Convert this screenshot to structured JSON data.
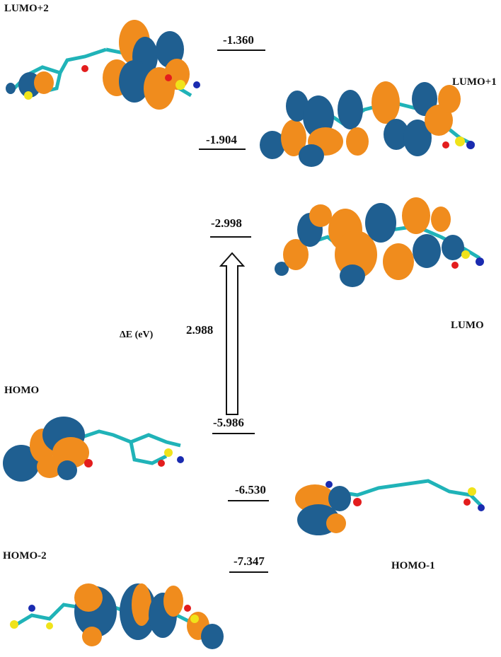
{
  "colors": {
    "lobe_blue": "#1f5f91",
    "lobe_orange": "#f08c1d",
    "bond_cyan": "#20b3b8",
    "atom_red": "#e31d1d",
    "atom_yellow": "#f0e31a",
    "atom_navy": "#1a2bb0"
  },
  "orbitals": [
    {
      "label": "LUMO+2",
      "energy": "-1.360"
    },
    {
      "label": "LUMO+1",
      "energy": "-1.904"
    },
    {
      "label": "LUMO",
      "energy": "-2.998"
    },
    {
      "label": "HOMO",
      "energy": "-5.986"
    },
    {
      "label": "HOMO-1",
      "energy": "-6.530"
    },
    {
      "label": "HOMO-2",
      "energy": "-7.347"
    }
  ],
  "gap": {
    "label": "ΔE (eV)",
    "value": "2.988"
  }
}
